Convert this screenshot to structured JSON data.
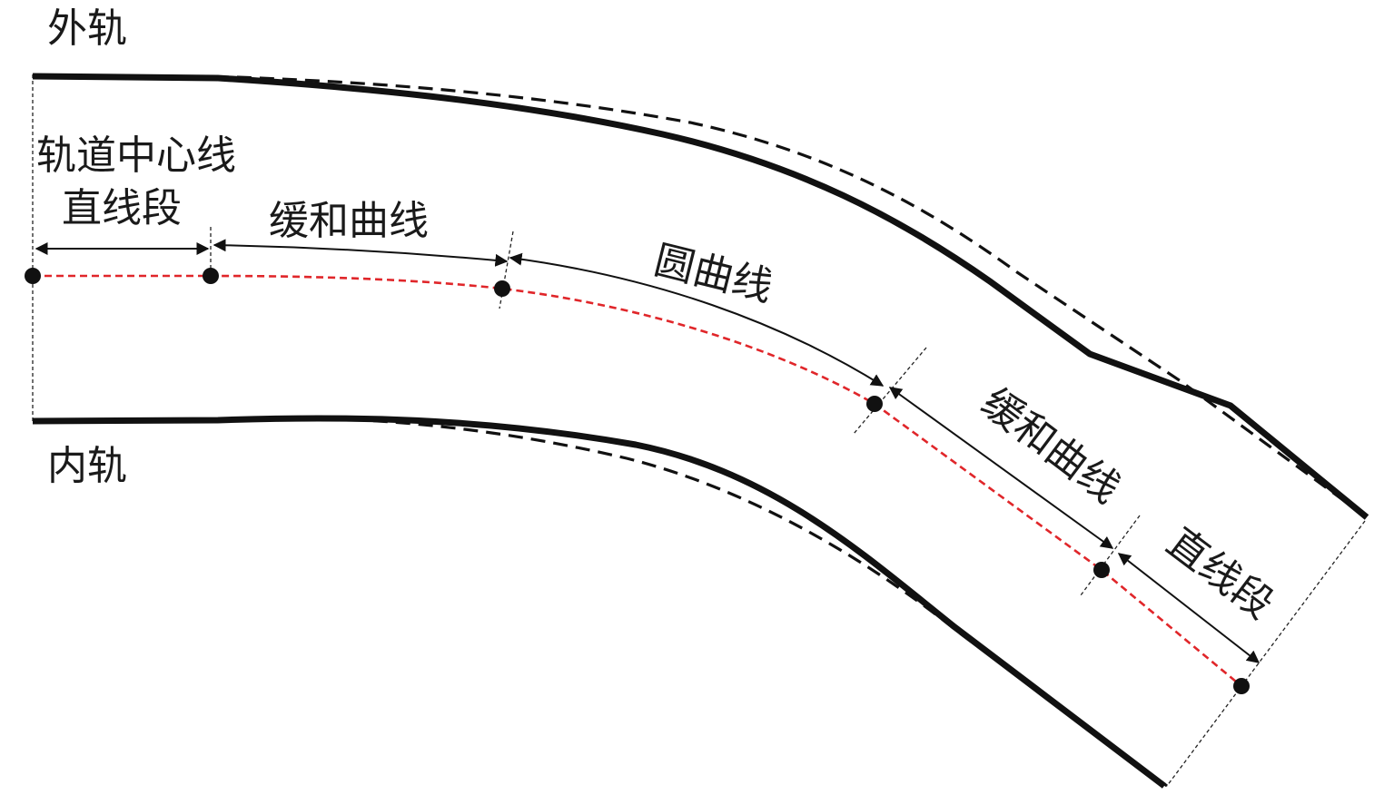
{
  "labels": {
    "outer_rail": "外轨",
    "inner_rail": "内轨",
    "centerline": "轨道中心线",
    "straight_start": "直线段",
    "transition_start": "缓和曲线",
    "circular": "圆曲线",
    "transition_end": "缓和曲线",
    "straight_end": "直线段"
  },
  "colors": {
    "rail": "#111111",
    "centerline": "#e0262a",
    "guide": "#222222"
  }
}
